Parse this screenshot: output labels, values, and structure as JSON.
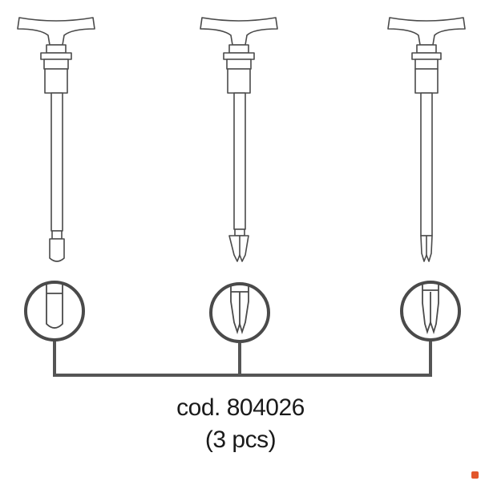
{
  "caption": {
    "code": "cod. 804026",
    "quantity": "(3 pcs)"
  },
  "tools": [
    {
      "tip": "hex"
    },
    {
      "tip": "split-wide"
    },
    {
      "tip": "split-narrow"
    }
  ],
  "colors": {
    "outline": "#4a4a4a",
    "connector": "#555555",
    "background": "#ffffff",
    "badge": "#e2562b"
  }
}
